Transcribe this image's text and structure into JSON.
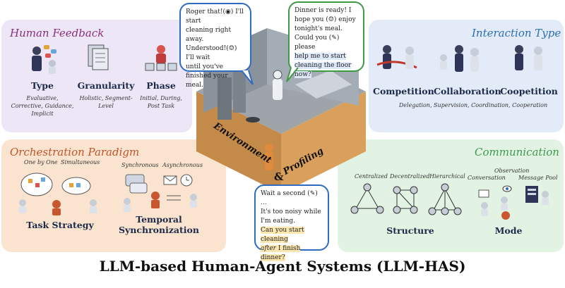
{
  "title": "LLM-based Human-Agent Systems (LLM-HAS)",
  "colors": {
    "human_feedback": "#8b2f7c",
    "interaction": "#2a6fb5",
    "orchestration": "#c2532a",
    "communication": "#3c9a4f",
    "bubble_green": "#3e9a45",
    "bubble_blue": "#2f6bc0"
  },
  "human_feedback": {
    "title": "Human Feedback",
    "items": [
      {
        "label": "Type",
        "sub": "Evaluative, Corrective, Guidance, Implicit"
      },
      {
        "label": "Granularity",
        "sub": "Holistic, Segment-Level"
      },
      {
        "label": "Phase",
        "sub": "Initial, During, Post Task"
      }
    ]
  },
  "interaction_type": {
    "title": "Interaction Type",
    "items": [
      "Competition",
      "Collaboration",
      "Coopetition"
    ],
    "sub": "Delegation, Supervision, Coordination, Cooperation"
  },
  "orchestration": {
    "title": "Orchestration Paradigm",
    "modes_left": [
      "One by One",
      "Simultaneous"
    ],
    "modes_right": [
      "Synchronous",
      "Asynchronous"
    ],
    "label_left": "Task Strategy",
    "label_right": "Temporal Synchronization"
  },
  "communication": {
    "title": "Communication",
    "structures": [
      "Centralized",
      "Decentralized",
      "Hierarchical"
    ],
    "modes": [
      "Conversation",
      "Observation",
      "Message Pool"
    ],
    "label_left": "Structure",
    "label_right": "Mode"
  },
  "center_label": {
    "left": "Environment",
    "amp": "&",
    "right": "Profiling"
  },
  "bubbles": {
    "robot": {
      "l1": "Roger that!(",
      "l1b": ") I'll start",
      "l2": "cleaning right away.",
      "l3": "Understood!(",
      "l3b": ") I'll wait",
      "l4": "until you've finished your",
      "l5": "meal."
    },
    "human_top": {
      "l1": "Dinner is ready! I",
      "l2": "hope you (",
      "l2b": ") enjoy",
      "l3": "tonight's meal.",
      "l4": "Could you (",
      "l4b": ") please",
      "l5": "help me to start",
      "l6": "cleaning the floor now?"
    },
    "human_bottom": {
      "l1": "Wait a second (",
      "l1b": ") ...",
      "l2": "It's too noisy while",
      "l3": "I'm eating.",
      "l4": "Can you start cleaning",
      "l5": "after",
      "l5b": " I finish dinner?"
    }
  }
}
